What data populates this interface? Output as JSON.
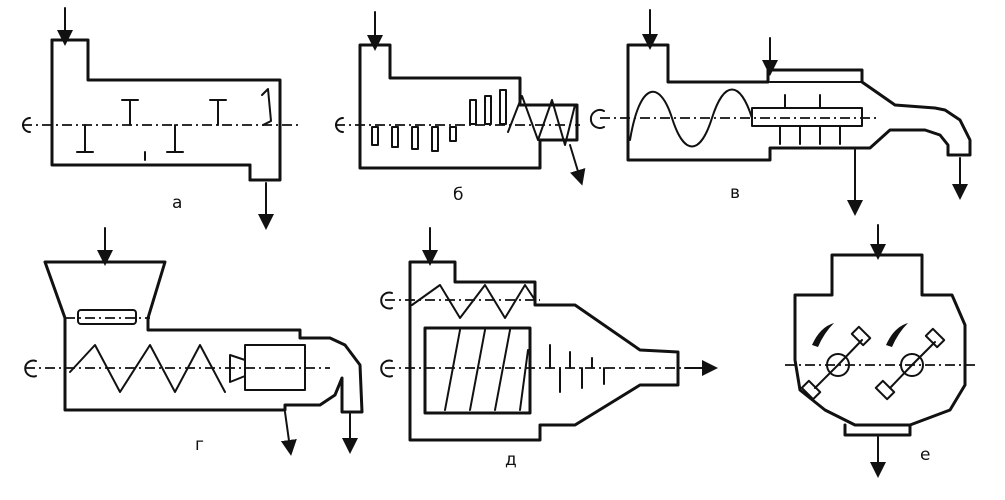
{
  "diagram": {
    "figures": [
      {
        "id": "a",
        "label": "а"
      },
      {
        "id": "b",
        "label": "б"
      },
      {
        "id": "v",
        "label": "в"
      },
      {
        "id": "g",
        "label": "г"
      },
      {
        "id": "d",
        "label": "д"
      },
      {
        "id": "e",
        "label": "е"
      }
    ]
  }
}
